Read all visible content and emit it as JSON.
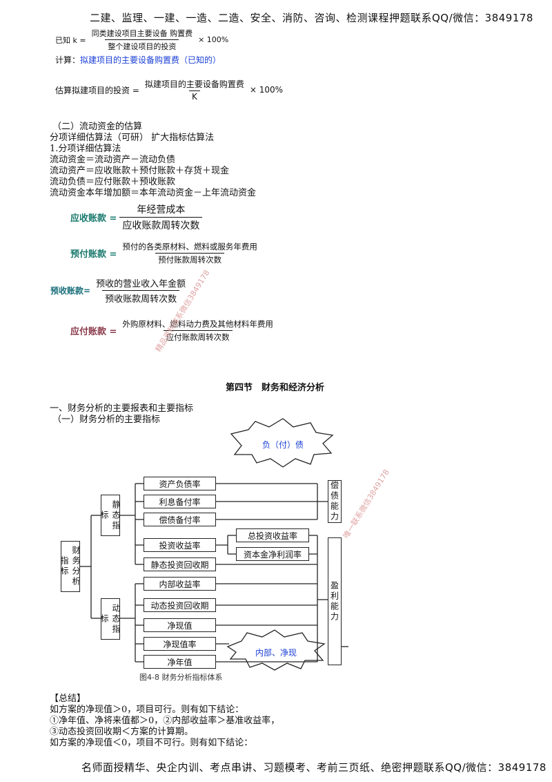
{
  "header": {
    "text": "二建、监理、一建、一造、二造、安全、消防、咨询、检测课程押题联系QQ/微信：3849178"
  },
  "footer": {
    "text": "名师面授精华、央企内训、考点串讲、习题模考、考前三页纸、绝密押题联系QQ/微信：3849178"
  },
  "formula_k": {
    "prefix": "已知 k =",
    "numerator": "同类建设项目主要设备 购置费",
    "denominator": "整个建设项目的投资",
    "suffix": "× 100%"
  },
  "calc_line": {
    "label": "计算：",
    "text": "拟建项目的主要设备购置费",
    "note": "（已知的）"
  },
  "formula_invest": {
    "prefix": "估算拟建项目的投资 =",
    "numerator": "拟建项目的主要设备购置费",
    "denominator": "K",
    "suffix": "× 100%"
  },
  "working_capital": {
    "title": "（二）流动资金的估算",
    "lines": [
      "分项详细估算法（可研）    扩大指标估算法",
      "1.分项详细估算法",
      "流动资金＝流动资产－流动负债",
      "流动资产＝应收账款＋预付账款＋存货＋现金",
      "流动负债＝应付账款＋预收账款",
      "流动资金本年增加额＝本年流动资金－上年流动资金"
    ]
  },
  "formulas": {
    "receivable": {
      "label": "应收账款 =",
      "numerator": "年经营成本",
      "denominator": "应收账款周转次数"
    },
    "prepaid": {
      "label": "预付账款 =",
      "numerator": "预付的各类原材料、燃料或服务年费用",
      "denominator": "预付账款周转次数"
    },
    "advance": {
      "label": "预收账款=",
      "numerator": "预收的营业收入年金额",
      "denominator": "预收账款周转次数"
    },
    "payable": {
      "label": "应付账款 =",
      "numerator": "外购原材料、燃料动力费及其他材料年费用",
      "denominator": "应付账款周转次数"
    }
  },
  "section": {
    "title": "第四节　财务和经济分析",
    "sub1": "一、财务分析的主要报表和主要指标",
    "sub2": "（一）财务分析的主要指标"
  },
  "diagram": {
    "root": "财务分析指标",
    "static": "静态指标",
    "dynamic": "动态指标",
    "static_items": [
      "资产负债率",
      "利息备付率",
      "偿债备付率",
      "投资收益率",
      "静态投资回收期"
    ],
    "roi_items": [
      "总投资收益率",
      "资本金净利润率"
    ],
    "dynamic_items": [
      "内部收益率",
      "动态投资回收期",
      "净现值",
      "净现值率",
      "净年值"
    ],
    "right_top": "偿债能力",
    "right_bottom": "盈利能力",
    "callout_top": "负（付）债",
    "callout_bottom": "内部、净现",
    "caption": "图4-8  财务分析指标体系"
  },
  "summary": {
    "title": "【总结】",
    "lines": [
      "如方案的净现值＞0，项目可行。则有如下结论：",
      "①净年值、净将来值都＞0，②内部收益率＞基准收益率，",
      "③动态投资回收期＜方案的计算期。",
      "如方案的净现值＜0，项目不可行。则有如下结论："
    ]
  },
  "watermarks": [
    "精品资料联系微信3849178",
    "唯一联系微信3849178"
  ]
}
